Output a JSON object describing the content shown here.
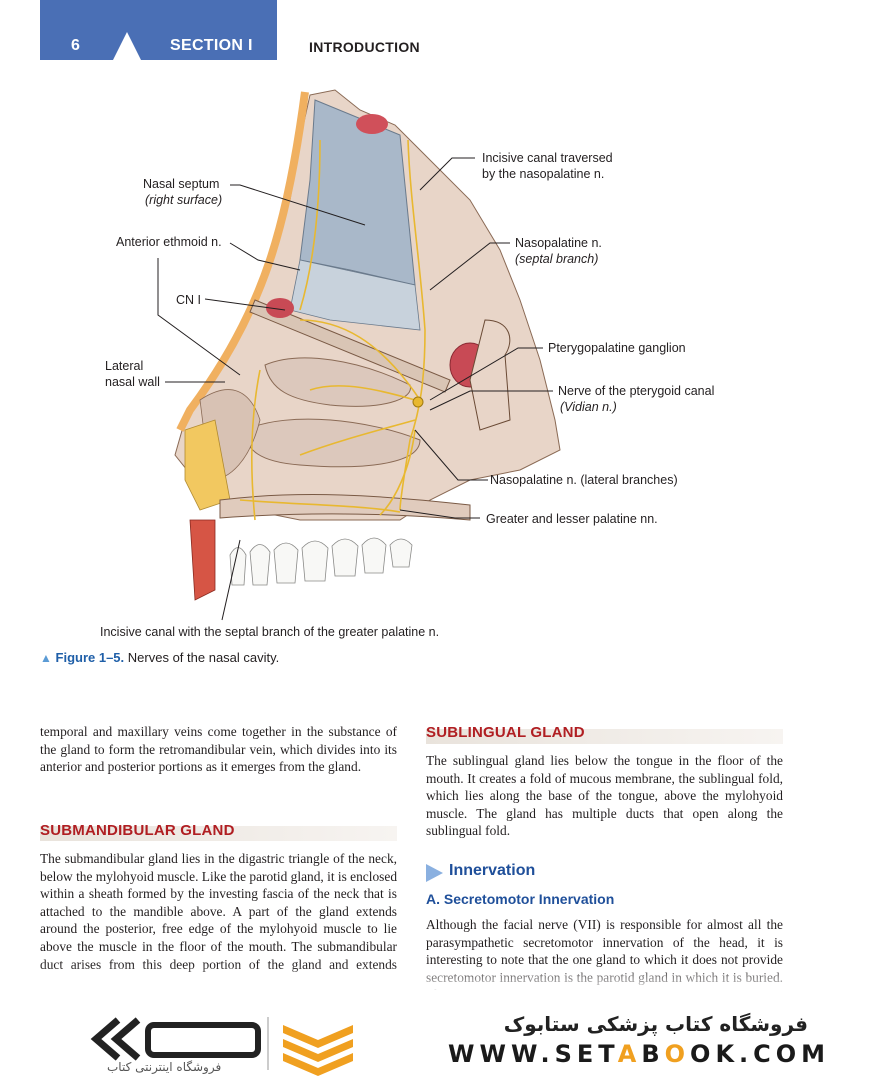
{
  "header": {
    "page_number": "6",
    "section": "SECTION I",
    "chapter": "INTRODUCTION"
  },
  "figure": {
    "labels": {
      "nasal_septum": "Nasal septum",
      "nasal_septum_sub": "(right surface)",
      "anterior_ethmoid": "Anterior ethmoid n.",
      "cn1": "CN I",
      "lateral_wall_1": "Lateral",
      "lateral_wall_2": "nasal wall",
      "incisive_canal_1": "Incisive canal traversed",
      "incisive_canal_2": "by the nasopalatine n.",
      "nasopalatine": "Nasopalatine n.",
      "nasopalatine_sub": "(septal branch)",
      "pterygopalatine": "Pterygopalatine ganglion",
      "pterygoid_canal": "Nerve of the pterygoid canal",
      "pterygoid_canal_sub": "(Vidian n.)",
      "nasopalatine_lat": "Nasopalatine n. (lateral branches)",
      "palatine": "Greater and lesser palatine nn.",
      "incisive_bottom": "Incisive canal with the septal branch of the greater palatine n."
    },
    "caption_number": "Figure 1–5.",
    "caption_text": "Nerves of the nasal cavity."
  },
  "left_column": {
    "para1": "temporal and maxillary veins come together in the substance of the gland to form the retromandibular vein, which divides into its anterior and posterior portions as it emerges from the gland.",
    "heading": "SUBMANDIBULAR GLAND",
    "para2": "The submandibular gland lies in the digastric triangle of the neck, below the mylohyoid muscle. Like the parotid gland, it is enclosed within a sheath formed by the investing fascia of the neck that is attached to the mandible above. A part of the gland extends around the posterior, free edge of the mylohyoid muscle to lie above the muscle in the floor of the mouth. The submandibular duct arises from this deep portion of the gland and extends forward, alongside the tongue, to open at the base of the frenulum of the tongue on the submandibular caruncle."
  },
  "right_column": {
    "heading": "SUBLINGUAL GLAND",
    "para1": "The sublingual gland lies below the tongue in the floor of the mouth. It creates a fold of mucous membrane, the sublingual fold, which lies along the base of the tongue, above the mylohyoid muscle. The gland has multiple ducts that open along the sublingual fold.",
    "subheading": "Innervation",
    "subsubheading": "A. Secretomotor Innervation",
    "para2": "Although the facial nerve (VII) is responsible for almost all the parasympathetic secretomotor innervation of the head, it is interesting to note that the one gland to which it does not provide secretomotor innervation is the parotid gland in which it is buried. The secretomo-"
  },
  "watermark": {
    "persian_title": "فروشگاه کتاب پزشکی ستابوک",
    "url_pre": "WWW.SET",
    "url_a": "A",
    "url_mid": "B",
    "url_o": "O",
    "url_post": "OK.COM",
    "logo_sub": "فروشگاه اینترنتی کتاب"
  },
  "colors": {
    "header_blue": "#4a6fb5",
    "heading_red": "#b01e22",
    "sub_blue": "#1f4f9a",
    "nerve_yellow": "#e8b830",
    "logo_orange": "#f0a020"
  }
}
